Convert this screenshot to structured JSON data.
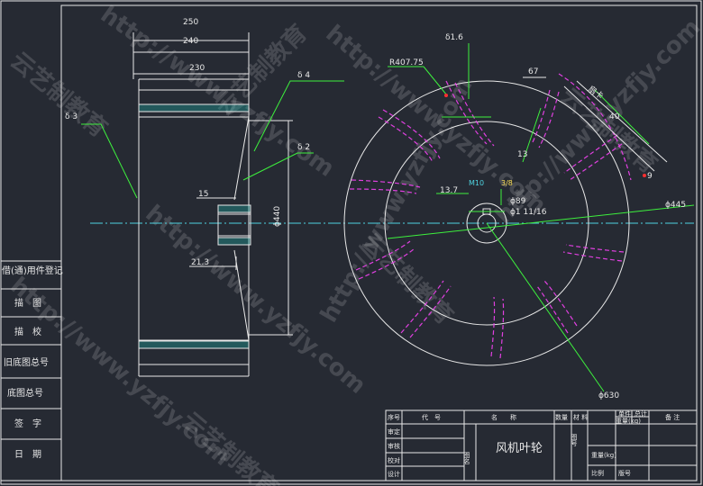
{
  "side_view": {
    "dims": {
      "d250": "250",
      "d240": "240",
      "d230": "230",
      "d15": "15",
      "d21_3": "21.3",
      "phi440": "ϕ440"
    },
    "labels": {
      "delta3": "δ 3",
      "delta4": "δ 4",
      "delta2": "δ 2"
    }
  },
  "front_view": {
    "dims": {
      "r407": "R407.75",
      "delta1_6": "δ1.6",
      "d67": "67",
      "d40": "40",
      "d13": "13",
      "d9": "9",
      "d13_7": "13.7",
      "m10": "M10",
      "phi89": "ϕ89",
      "phi1_11_16": "ϕ1 11/16",
      "phi445": "ϕ445",
      "phi630": "ϕ630",
      "frac3_8": "3/8",
      "angle_label": "扇卡"
    }
  },
  "left_panel": {
    "header": "借(通)用件登记",
    "rows": [
      "描　图",
      "描　校",
      "旧底图总号",
      "底图总号",
      "签　字",
      "日　期"
    ]
  },
  "title_block": {
    "headers": [
      "序号",
      "代　号",
      "名　　称",
      "数量",
      "材 料",
      "单件",
      "总计",
      "重量(kg)",
      "备 注"
    ],
    "left_labels": [
      "审定",
      "审核",
      "校对",
      "设计"
    ],
    "drawing_label": "图名",
    "drawing_name": "风机叶轮",
    "right_labels": [
      "图号",
      "重量(kg)",
      "比例",
      "版号"
    ]
  },
  "watermarks": [
    "http://www.yzfjy.com",
    "云艺制教育"
  ]
}
